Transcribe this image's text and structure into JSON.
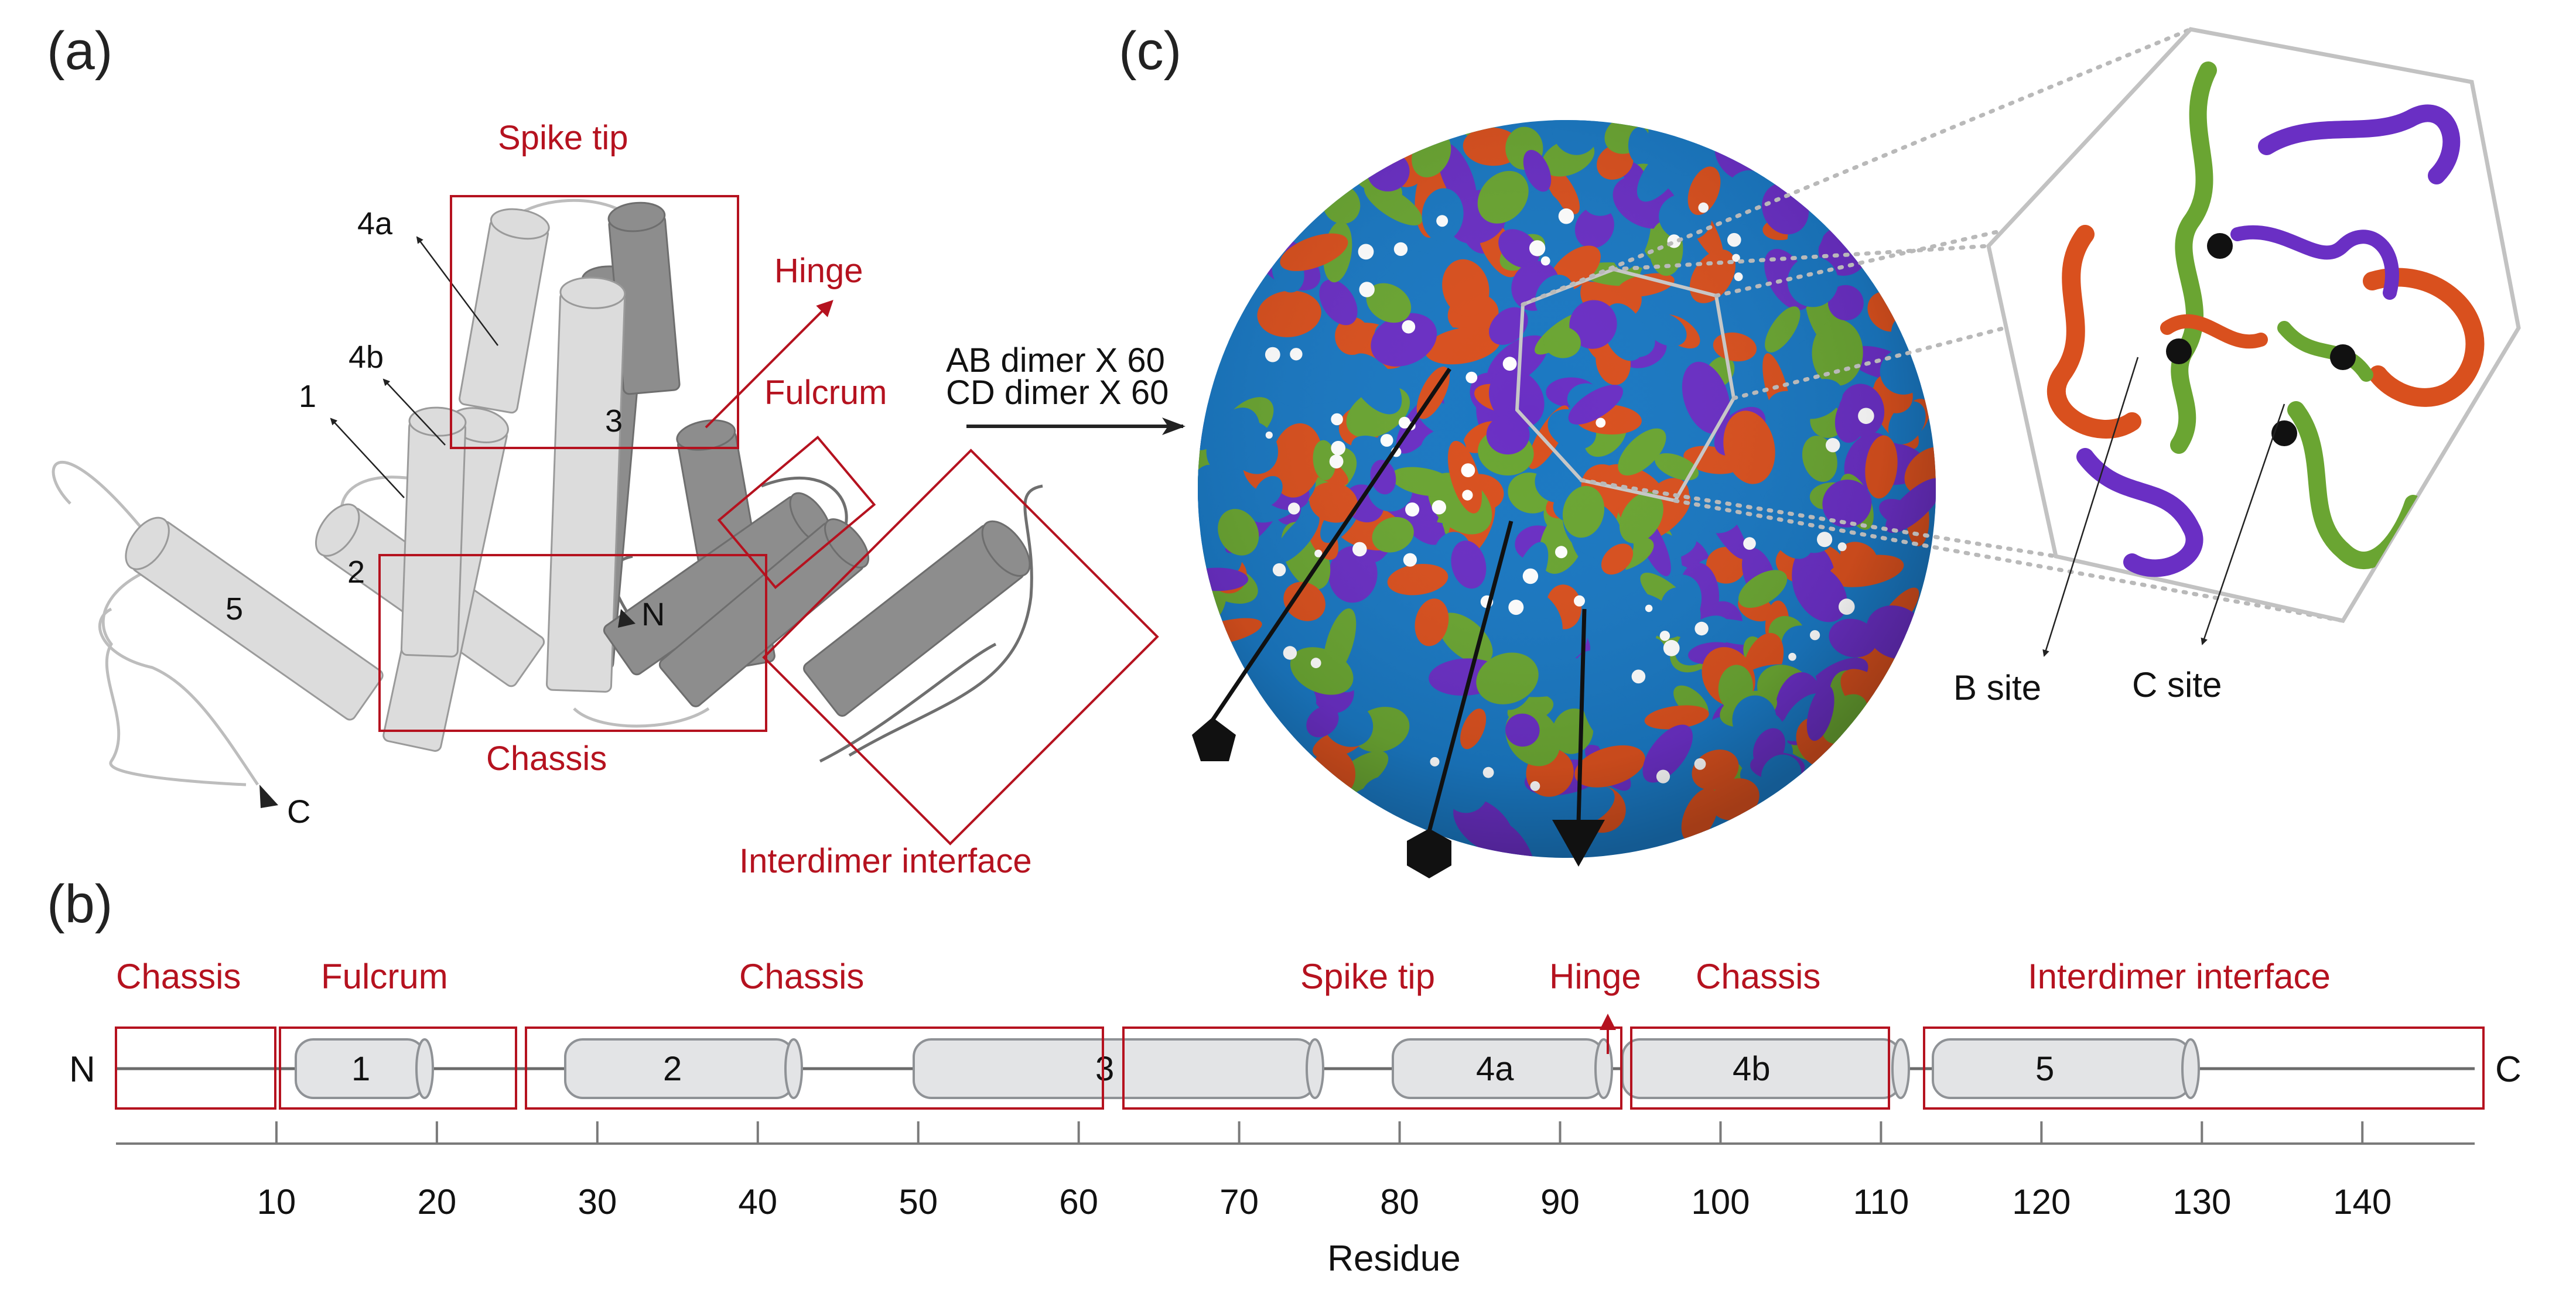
{
  "panels": {
    "a": {
      "letter": "(a)",
      "regions": {
        "spike_tip": "Spike tip",
        "hinge": "Hinge",
        "fulcrum": "Fulcrum",
        "chassis": "Chassis",
        "interdimer": "Interdimer interface"
      },
      "helices": {
        "h4a": "4a",
        "h4b": "4b",
        "h1": "1",
        "h2": "2",
        "h3": "3",
        "h5": "5"
      },
      "termini": {
        "n": "N",
        "c": "C"
      }
    },
    "b": {
      "letter": "(b)",
      "region_labels": {
        "chassis_1": "Chassis",
        "fulcrum": "Fulcrum",
        "chassis_2": "Chassis",
        "spike_tip": "Spike tip",
        "hinge": "Hinge",
        "chassis_3": "Chassis",
        "interdimer": "Interdimer interface"
      },
      "helix_labels": {
        "h1": "1",
        "h2": "2",
        "h3": "3",
        "h4a": "4a",
        "h4b": "4b",
        "h5": "5"
      },
      "termini": {
        "n": "N",
        "c": "C"
      },
      "axis": {
        "label": "Residue",
        "min": 0,
        "max": 147,
        "ticks": [
          "10",
          "20",
          "30",
          "40",
          "50",
          "60",
          "70",
          "80",
          "90",
          "100",
          "110",
          "120",
          "130",
          "140"
        ]
      }
    },
    "c": {
      "letter": "(c)",
      "assembly_line1": "AB dimer X 60",
      "assembly_line2": "CD dimer X 60",
      "b_site": "B site",
      "c_site": "C site",
      "colors": {
        "chain_a_blue": "#1a78c2",
        "chain_b_orange": "#d9501e",
        "chain_c_purple": "#6a2fc4",
        "chain_d_green": "#6aa532"
      }
    }
  }
}
